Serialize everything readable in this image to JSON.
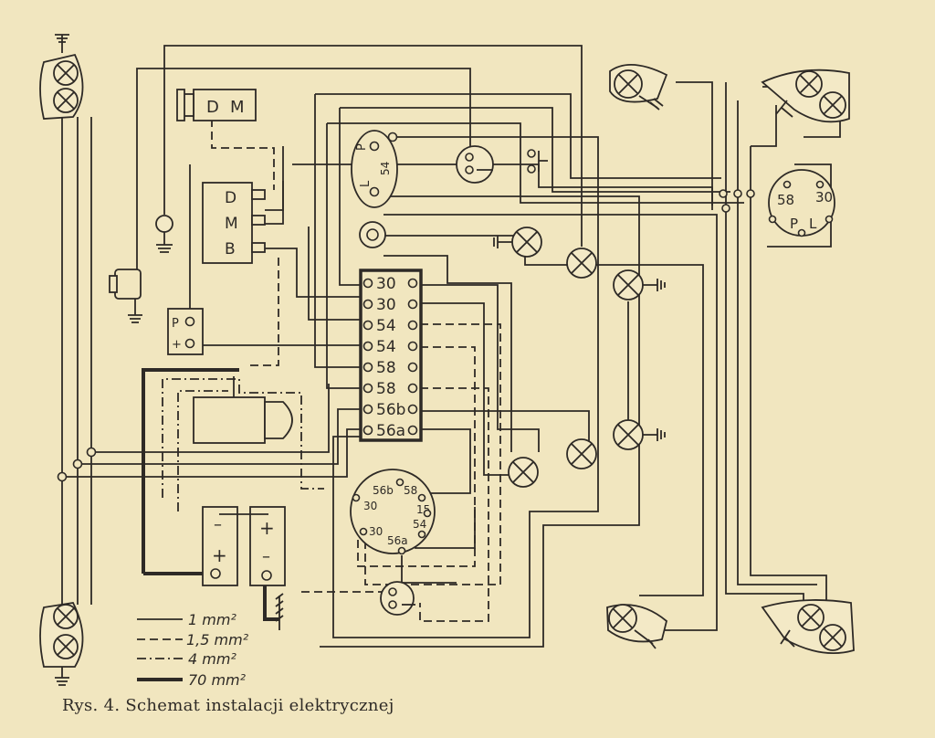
{
  "caption": "Rys. 4. Schemat instalacji elektrycznej",
  "legend": [
    {
      "style": "solid",
      "label": "1 mm²"
    },
    {
      "style": "dashed",
      "label": "1,5 mm²"
    },
    {
      "style": "dash-dot",
      "label": "4 mm²"
    },
    {
      "style": "thick",
      "label": "70 mm²"
    }
  ],
  "dynamo_dm": {
    "d": "D",
    "m": "M"
  },
  "regulator": {
    "d": "D",
    "m": "M",
    "b": "B"
  },
  "switch_p": {
    "p": "P",
    "plus": "+"
  },
  "battery": {
    "left": {
      "top": "–",
      "bottom": "+"
    },
    "right": {
      "top": "+",
      "bottom": "–"
    }
  },
  "fuse_block": [
    "30",
    "30",
    "54",
    "54",
    "58",
    "58",
    "56b",
    "56a"
  ],
  "ignition_switch": {
    "p": "P",
    "t54": "54",
    "l": "L"
  },
  "round_connector": {
    "t56b": "56b",
    "t58": "58",
    "t30a": "30",
    "t15": "15",
    "t54": "54",
    "t30b": "30",
    "t56a": "56a"
  },
  "rear_connector": {
    "t58": "58",
    "t30": "30",
    "p": "P",
    "l": "L"
  },
  "colors": {
    "ink": "#2e2a26",
    "paper": "#f1e6bf"
  }
}
